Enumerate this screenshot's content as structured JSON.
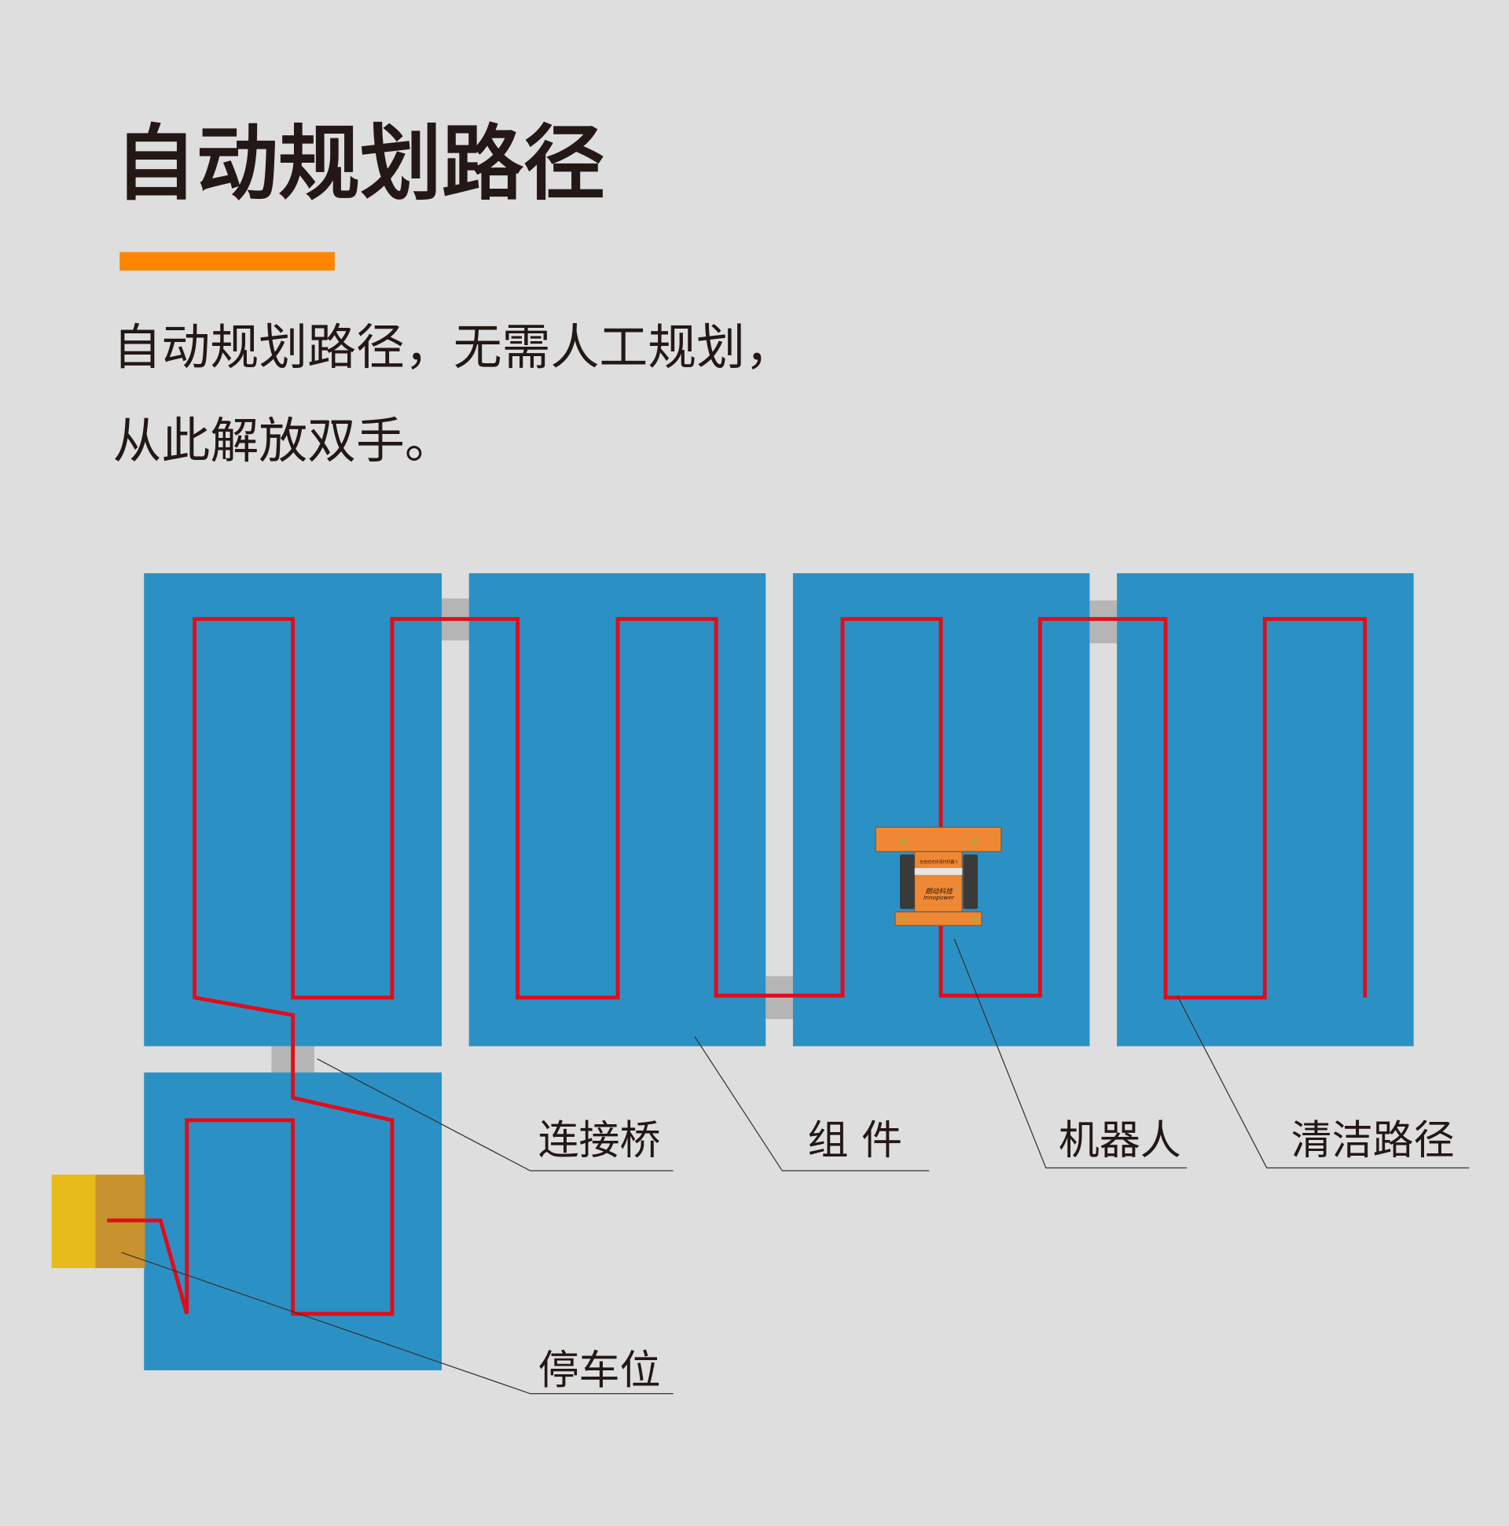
{
  "title": "自动规划路径",
  "subtitle_lines": [
    "自动规划路径，无需人工规划，",
    "从此解放双手。"
  ],
  "labels": {
    "bridge": "连接桥",
    "module": "组 件",
    "robot": "机器人",
    "path": "清洁路径",
    "parking": "停车位"
  },
  "robot_logo": {
    "product": "全自动光伏清扫机器人",
    "brand_cn": "朗动科技",
    "brand_en": "Innopower"
  },
  "colors": {
    "background": "#dedede",
    "accent": "#ff8400",
    "panel": "#2b91c5",
    "path": "#e00d1b",
    "bridge": "#b5b5b5",
    "parking": "#e6bb1a"
  }
}
